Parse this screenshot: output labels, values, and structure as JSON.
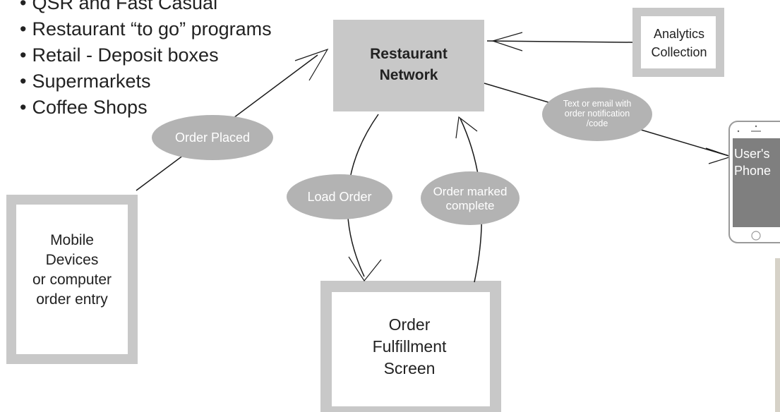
{
  "bullets": [
    "QSR and Fast Casual",
    "Restaurant “to go” programs",
    "Retail - Deposit boxes",
    "Supermarkets",
    "Coffee Shops"
  ],
  "nodes": {
    "restaurant_network": "Restaurant\nNetwork",
    "analytics": "Analytics\nCollection",
    "mobile": "Mobile\nDevices\nor computer\norder entry",
    "fulfillment": "Order\nFulfillment\nScreen",
    "phone": "User's\nPhone"
  },
  "edges": {
    "order_placed": "Order Placed",
    "load_order": "Load Order",
    "order_complete": "Order marked\ncomplete",
    "notification": "Text or email with\norder notification\n/code"
  },
  "colors": {
    "box_fill": "#c8c8c8",
    "box_border": "#c8c8c8",
    "oval_fill": "#b3b3b3",
    "phone_screen": "#7f7f7f",
    "line": "#1a1a1a"
  }
}
